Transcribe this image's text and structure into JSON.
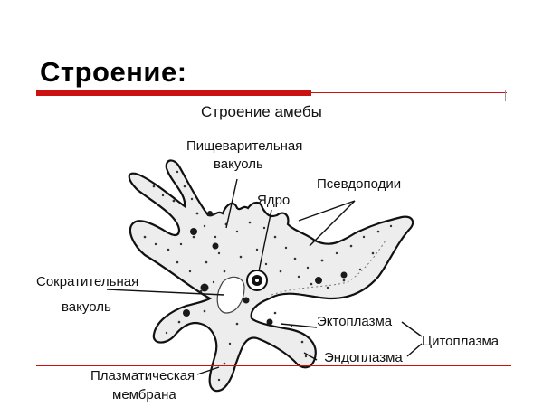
{
  "slide": {
    "title": "Строение:",
    "accent_color": "#cc1111"
  },
  "diagram": {
    "title": "Строение амебы",
    "labels": {
      "digestive_vacuole_line1": "Пищеварительная",
      "digestive_vacuole_line2": "вакуоль",
      "nucleus": "Ядро",
      "pseudopodia": "Псевдоподии",
      "contractile_vacuole_line1": "Сократительная",
      "contractile_vacuole_line2": "вакуоль",
      "ectoplasm": "Эктоплазма",
      "endoplasm": "Эндоплазма",
      "cytoplasm": "Цитоплазма",
      "plasma_membrane_line1": "Плазматическая",
      "plasma_membrane_line2": "мембрана"
    }
  }
}
